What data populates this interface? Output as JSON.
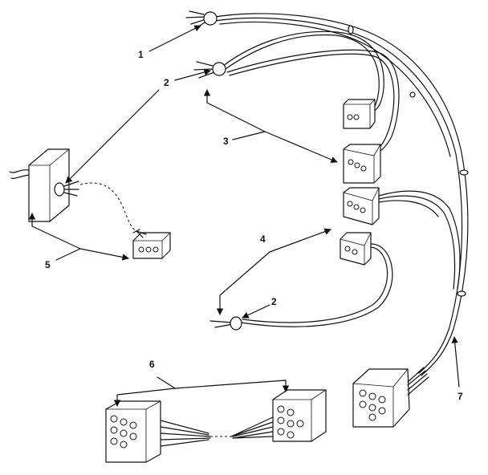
{
  "callouts": {
    "c1": "1",
    "c2a": "2",
    "c2b": "2",
    "c3": "3",
    "c4": "4",
    "c5": "5",
    "c6": "6",
    "c7": "7"
  },
  "colors": {
    "ink": "#111111",
    "paper": "#ffffff"
  }
}
